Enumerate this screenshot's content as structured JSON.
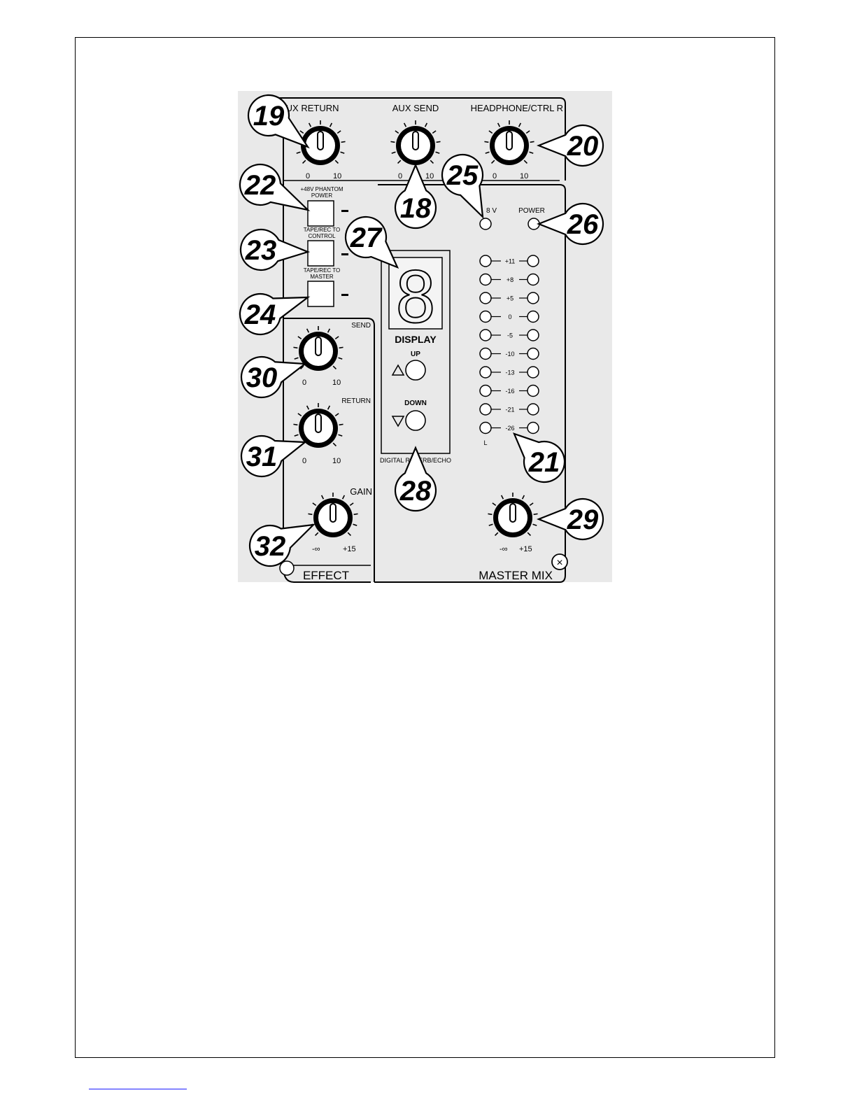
{
  "panel": {
    "top_labels": {
      "aux_return": "AUX RETURN",
      "aux_send": "AUX SEND",
      "headphone": "HEADPHONE/CTRL R"
    },
    "knob_scale": {
      "min": "0",
      "max": "10"
    },
    "gain_scale": {
      "min": "-∞",
      "max": "+15"
    },
    "switches": {
      "phantom_line1": "+48V PHANTOM",
      "phantom_line2": "POWER",
      "tape_ctrl_line1": "TAPE/REC TO",
      "tape_ctrl_line2": "CONTROL",
      "tape_master_line1": "TAPE/REC TO",
      "tape_master_line2": "MASTER"
    },
    "indicators": {
      "phantom_led": "8 V",
      "power_led": "POWER"
    },
    "display": {
      "title": "DISPLAY",
      "digit": "8",
      "up": "UP",
      "down": "DOWN",
      "bottom_label": "DIGITAL REVERB/ECHO"
    },
    "effect": {
      "send": "SEND",
      "return": "RETURN",
      "gain": "GAIN",
      "section": "EFFECT"
    },
    "meter": {
      "levels": [
        "+11",
        "+8",
        "+5",
        "0",
        "-5",
        "-10",
        "-13",
        "-16",
        "-21",
        "-26"
      ],
      "left_label": "L"
    },
    "master": {
      "section": "MASTER MIX"
    }
  },
  "callouts": [
    "18",
    "19",
    "20",
    "21",
    "22",
    "23",
    "24",
    "25",
    "26",
    "27",
    "28",
    "29",
    "30",
    "31",
    "32"
  ]
}
